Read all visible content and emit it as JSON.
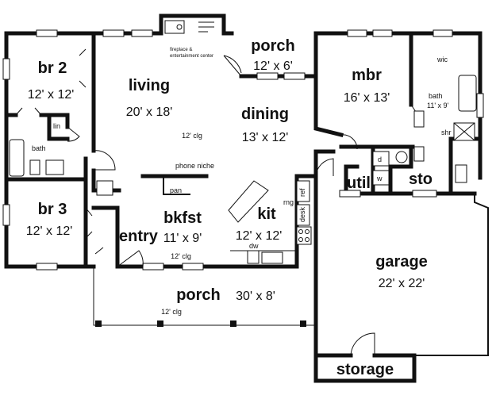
{
  "rooms": {
    "br2": {
      "name": "br 2",
      "size": "12' x 12'"
    },
    "br3": {
      "name": "br 3",
      "size": "12' x 12'"
    },
    "living": {
      "name": "living",
      "size": "20' x 18'",
      "note": "12' clg"
    },
    "porch_top": {
      "name": "porch",
      "size": "12' x 6'"
    },
    "dining": {
      "name": "dining",
      "size": "13' x 12'"
    },
    "mbr": {
      "name": "mbr",
      "size": "16' x 13'"
    },
    "master_bath": {
      "name": "bath",
      "size": "11' x 9'"
    },
    "bkfst": {
      "name": "bkfst",
      "size": "11' x 9'",
      "note": "12' clg"
    },
    "kit": {
      "name": "kit",
      "size": "12' x 12'"
    },
    "entry": {
      "name": "entry"
    },
    "porch_front": {
      "name": "porch",
      "size": "30' x 8'",
      "note": "12' clg"
    },
    "garage": {
      "name": "garage",
      "size": "22' x 22'"
    },
    "storage": {
      "name": "storage"
    },
    "util": {
      "name": "util"
    },
    "sto": {
      "name": "sto"
    }
  },
  "labels": {
    "fireplace_line1": "fireplace &",
    "fireplace_line2": "entertainment center",
    "phone_niche": "phone niche",
    "pan": "pan",
    "lin": "lin",
    "bath": "bath",
    "wic": "wic",
    "shr": "shr",
    "ref": "ref",
    "desk": "desk",
    "rng": "rng",
    "dw": "dw",
    "dryer": "d",
    "washer": "w"
  }
}
